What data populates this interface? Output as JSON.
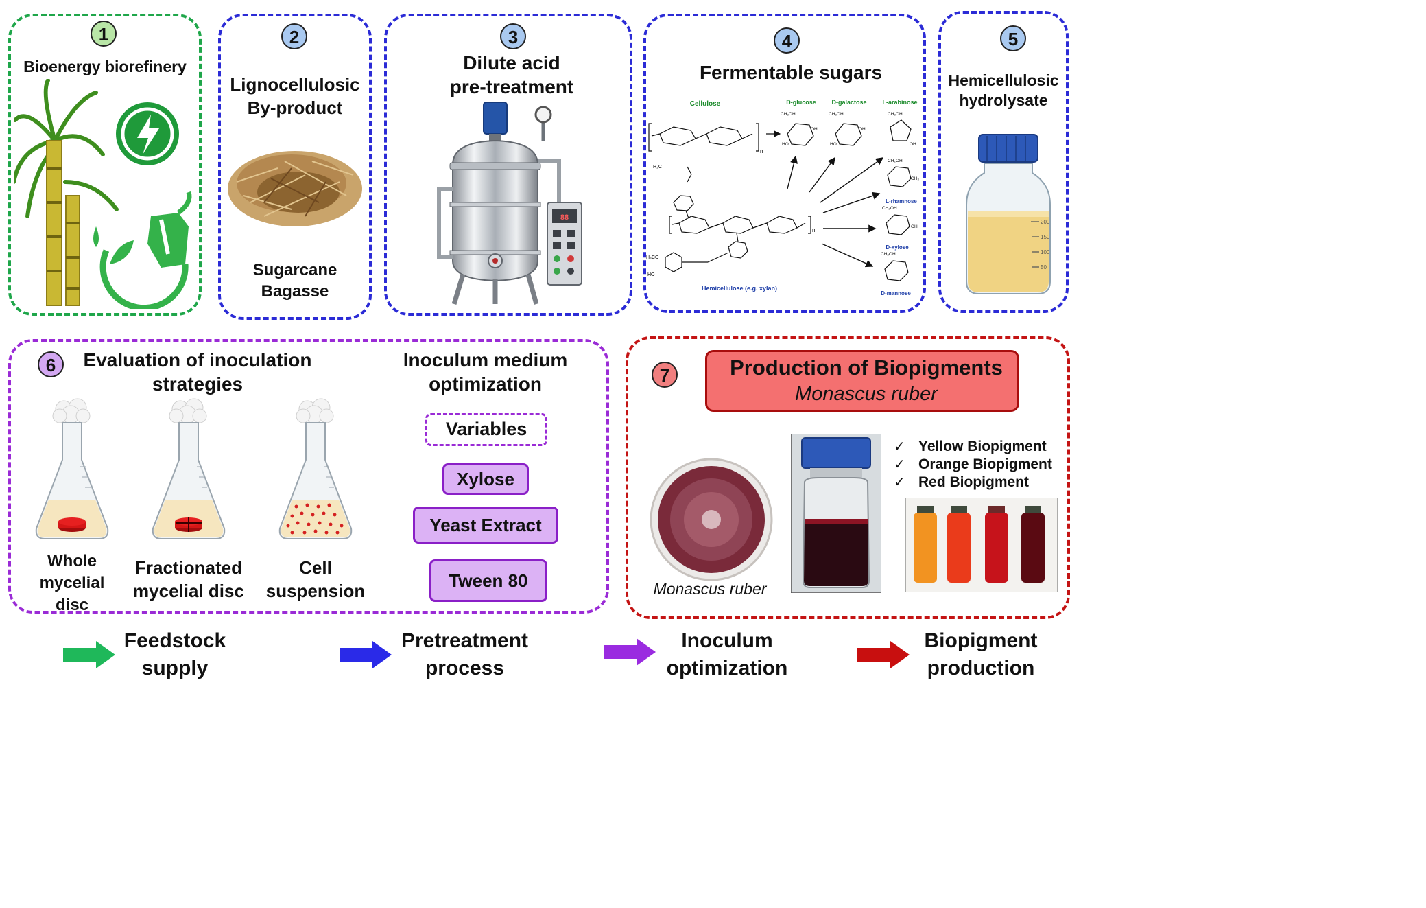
{
  "panel1": {
    "number": "1",
    "title": "Bioenergy biorefinery"
  },
  "panel2": {
    "number": "2",
    "title_line1": "Lignocellulosic",
    "title_line2": "By-product",
    "caption_line1": "Sugarcane",
    "caption_line2": "Bagasse"
  },
  "panel3": {
    "number": "3",
    "title_line1": "Dilute acid",
    "title_line2": "pre-treatment"
  },
  "panel4": {
    "number": "4",
    "title": "Fermentable sugars",
    "labels": {
      "cellulose": "Cellulose",
      "hemicellulose": "Hemicellulose (e.g. xylan)",
      "glucose": "D-glucose",
      "galactose": "D-galactose",
      "arabinose": "L-arabinose",
      "rhamnose": "L-rhamnose",
      "xylose": "D-xylose",
      "mannose": "D-mannose"
    }
  },
  "panel5": {
    "number": "5",
    "title_line1": "Hemicellulosic",
    "title_line2": "hydrolysate",
    "graduations": [
      "200",
      "150",
      "100",
      "50"
    ]
  },
  "panel6": {
    "number": "6",
    "title_line1": "Evaluation of inoculation",
    "title_line2": "strategies",
    "flasks": [
      {
        "line1": "Whole",
        "line2": "mycelial",
        "line3": "disc"
      },
      {
        "line1": "Fractionated",
        "line2": "mycelial disc"
      },
      {
        "line1": "Cell",
        "line2": "suspension"
      }
    ],
    "medium_title_line1": "Inoculum medium",
    "medium_title_line2": "optimization",
    "variables_label": "Variables",
    "variables": [
      "Xylose",
      "Yeast Extract",
      "Tween 80"
    ]
  },
  "panel7": {
    "number": "7",
    "title": "Production of Biopigments",
    "subtitle": "Monascus ruber",
    "dish_caption": "Monascus ruber",
    "check_mark": "✓",
    "pigments": [
      "Yellow Biopigment",
      "Orange Biopigment",
      "Red Biopigment"
    ]
  },
  "legend": [
    {
      "color": "#1fb85a",
      "line1": "Feedstock",
      "line2": "supply"
    },
    {
      "color": "#2a2ae8",
      "line1": "Pretreatment",
      "line2": "process"
    },
    {
      "color": "#9a2be0",
      "line1": "Inoculum",
      "line2": "optimization"
    },
    {
      "color": "#c80f0f",
      "line1": "Biopigment",
      "line2": "production"
    }
  ]
}
